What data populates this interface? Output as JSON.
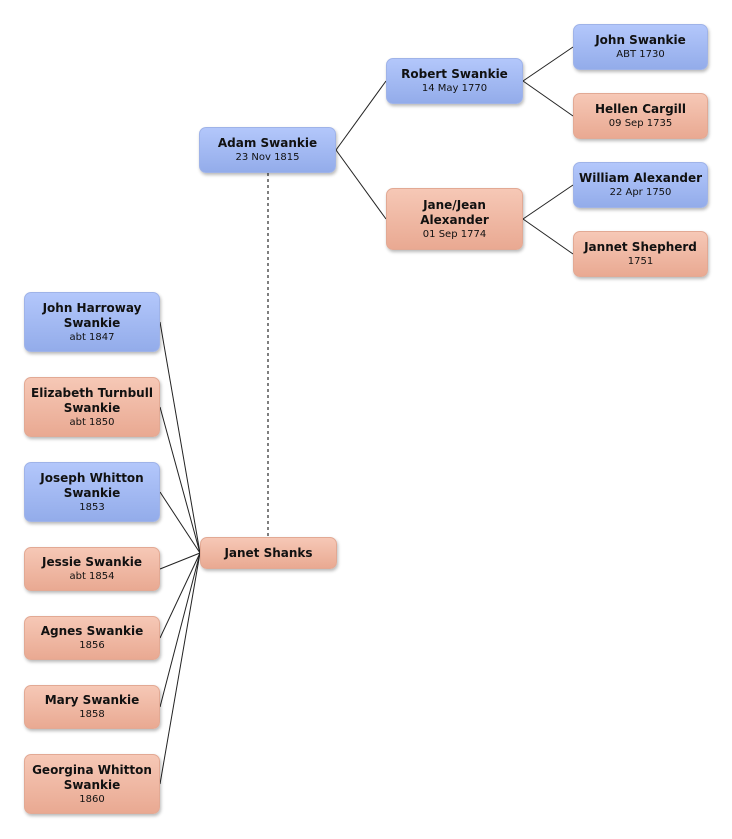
{
  "people": {
    "adam": {
      "name": "Adam Swankie",
      "date": "23 Nov 1815"
    },
    "robert": {
      "name": "Robert Swankie",
      "date": "14 May 1770"
    },
    "jane": {
      "name": "Jane/Jean Alexander",
      "date": "01 Sep 1774"
    },
    "john_s": {
      "name": "John Swankie",
      "date": "ABT 1730"
    },
    "hellen": {
      "name": "Hellen Cargill",
      "date": "09 Sep 1735"
    },
    "william": {
      "name": "William Alexander",
      "date": "22 Apr 1750"
    },
    "jannet": {
      "name": "Jannet Shepherd",
      "date": "1751"
    },
    "janet_shanks": {
      "name": "Janet Shanks",
      "date": ""
    },
    "john_h": {
      "name": "John Harroway Swankie",
      "date": "abt 1847"
    },
    "elizabeth": {
      "name": "Elizabeth Turnbull Swankie",
      "date": "abt 1850"
    },
    "joseph": {
      "name": "Joseph Whitton Swankie",
      "date": "1853"
    },
    "jessie": {
      "name": "Jessie Swankie",
      "date": "abt 1854"
    },
    "agnes": {
      "name": "Agnes Swankie",
      "date": "1856"
    },
    "mary": {
      "name": "Mary Swankie",
      "date": "1858"
    },
    "georgina": {
      "name": "Georgina Whitton Swankie",
      "date": "1860"
    }
  },
  "colors": {
    "male": "#a3b9f3",
    "female": "#f0b6a0",
    "line": "#222222"
  }
}
